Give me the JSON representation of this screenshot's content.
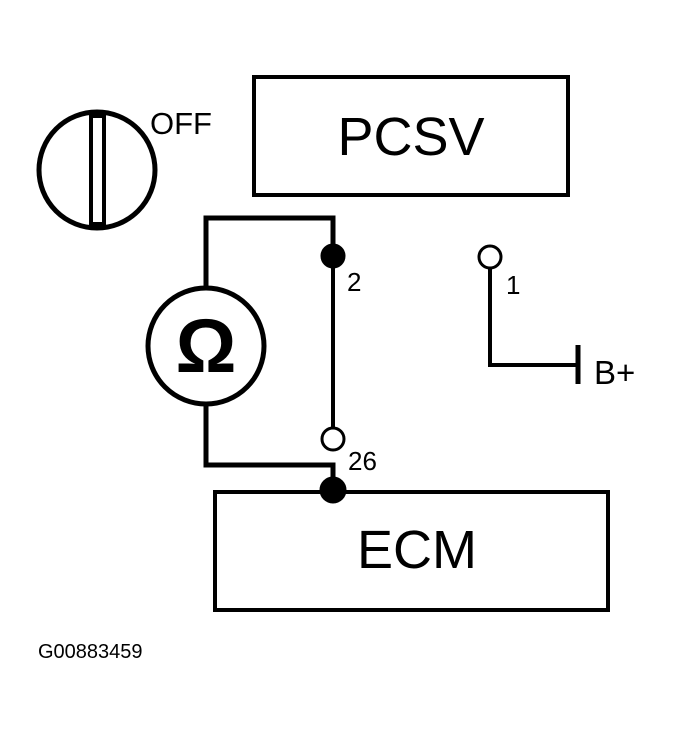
{
  "ignition_switch": {
    "label": "OFF"
  },
  "components": {
    "pcsv": {
      "label": "PCSV"
    },
    "ecm": {
      "label": "ECM"
    }
  },
  "ohmmeter": {
    "symbol": "Ω"
  },
  "terminals": {
    "pcsv_2": "2",
    "pcsv_1": "1",
    "ecm_26": "26"
  },
  "battery": {
    "label": "B+"
  },
  "figure_id": "G00883459"
}
